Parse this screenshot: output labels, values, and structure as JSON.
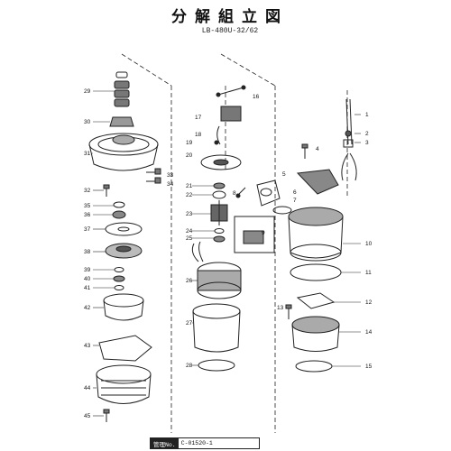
{
  "title": "分解組立図",
  "model": "LB-480U-32/62",
  "mgmt": {
    "label": "管理No.",
    "value": "C-01520-1"
  },
  "callouts": [
    "1",
    "2",
    "3",
    "4",
    "5",
    "6",
    "7",
    "8",
    "9",
    "10",
    "11",
    "12",
    "13",
    "14",
    "15",
    "16",
    "17",
    "18",
    "19",
    "20",
    "21",
    "22",
    "23",
    "24",
    "25",
    "26",
    "27",
    "28",
    "29",
    "30",
    "31",
    "32",
    "33",
    "34",
    "35",
    "36",
    "37",
    "38",
    "39",
    "40",
    "41",
    "42",
    "43",
    "44",
    "45"
  ]
}
